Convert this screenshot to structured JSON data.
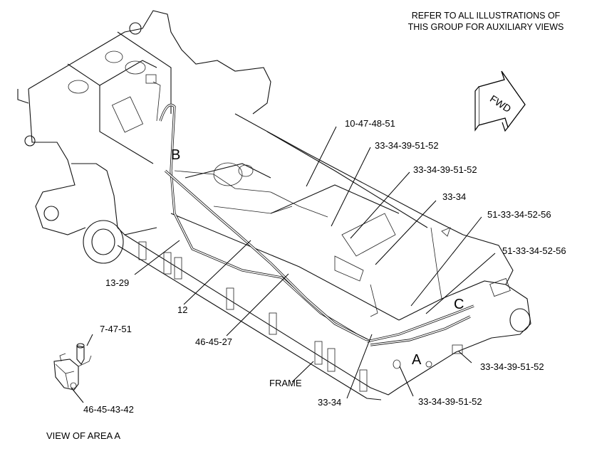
{
  "note": {
    "line1": "REFER TO ALL ILLUSTRATIONS OF",
    "line2": "THIS GROUP FOR AUXILIARY VIEWS"
  },
  "fwd_label": "FWD",
  "callouts": {
    "a": "A",
    "b": "B",
    "c": "C"
  },
  "part_labels": [
    "10-47-48-51",
    "33-34-39-51-52",
    "33-34-39-51-52",
    "33-34",
    "51-33-34-52-56",
    "51-33-34-52-56",
    "13-29",
    "12",
    "46-45-27",
    "7-47-51",
    "46-45-43-42",
    "FRAME",
    "33-34",
    "33-34-39-51-52",
    "33-34-39-51-52"
  ],
  "view_caption": "VIEW OF AREA A"
}
